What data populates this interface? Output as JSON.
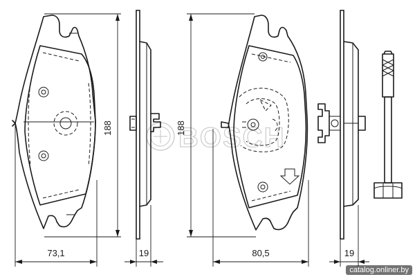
{
  "dimensions": {
    "pad_front_width": "73,1",
    "pad_front_height": "188",
    "pad_front_thickness": "19",
    "pad_rear_width": "80,5",
    "pad_rear_height": "188",
    "pad_rear_thickness": "19"
  },
  "watermark": {
    "brand": "BOSCH",
    "colors": {
      "watermark": "#cfcfcf",
      "ink": "#1a1a1a"
    }
  },
  "credit": "catalog.onliner.by"
}
